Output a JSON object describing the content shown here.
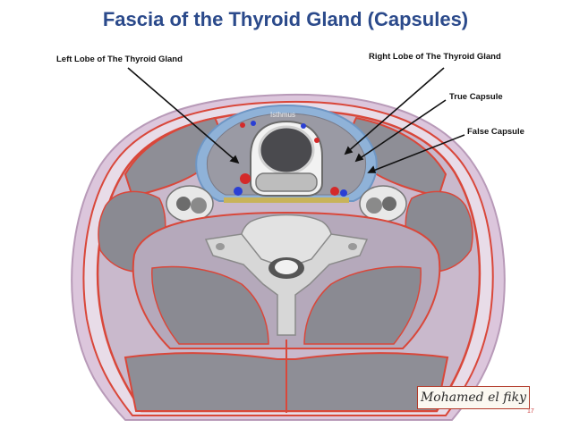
{
  "title": "Fascia of the Thyroid Gland (Capsules)",
  "labels": {
    "left_lobe": "Left Lobe of The Thyroid Gland",
    "right_lobe": "Right Lobe of The Thyroid Gland",
    "true_capsule": "True Capsule",
    "false_capsule": "False Capsule",
    "isthmus": "Isthmus"
  },
  "signature": "Mohamed el fiky",
  "page_number": "17",
  "colors": {
    "title": "#2b4a8b",
    "fascia": "#d9473a",
    "muscle": "#8e8e96",
    "skin": "#d9c4d9",
    "capsule_false": "#8fb2d8",
    "thyroid": "#9a9aa4",
    "artery": "#d42a2a",
    "vein": "#2a3fd4"
  }
}
